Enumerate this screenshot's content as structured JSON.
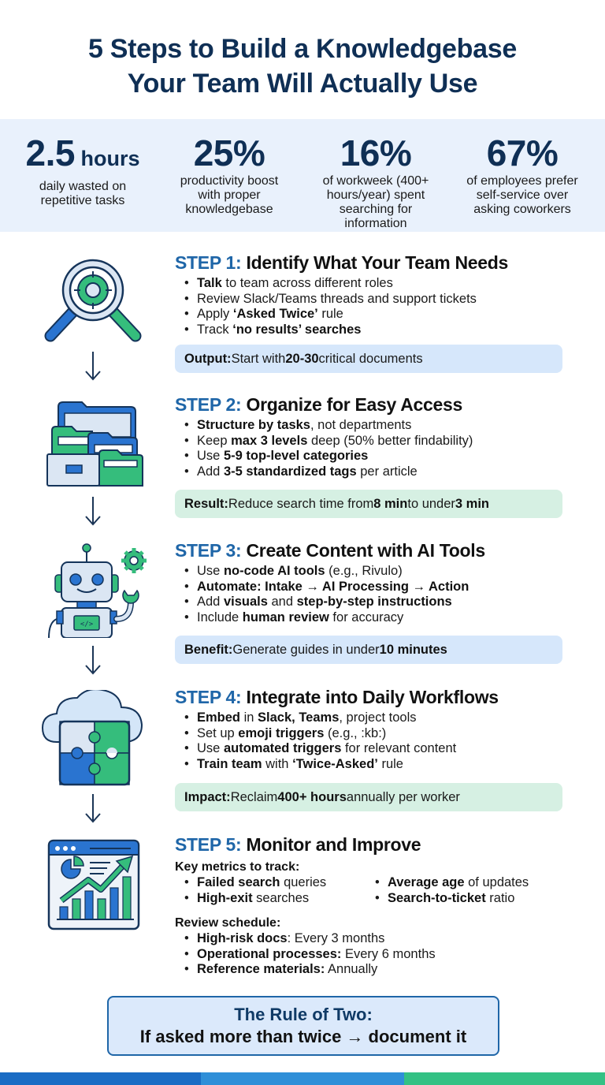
{
  "title": {
    "line1": "5 Steps to Build a Knowledgebase",
    "line2": "Your Team Will Actually Use"
  },
  "stats": [
    {
      "value": "2.5",
      "unit": " hours",
      "label": "daily wasted on repetitive tasks"
    },
    {
      "value": "25%",
      "unit": "",
      "label": "productivity boost with proper knowledgebase"
    },
    {
      "value": "16%",
      "unit": "",
      "label": "of workweek (400+ hours/year) spent searching for information"
    },
    {
      "value": "67%",
      "unit": "",
      "label": "of employees prefer self-service over asking coworkers"
    }
  ],
  "steps": [
    {
      "number": "STEP 1:",
      "title": "Identify What Your Team Needs",
      "icon": "magnifier-target-icon",
      "bullets": [
        [
          {
            "b": "Talk"
          },
          {
            "t": " to team across different roles"
          }
        ],
        [
          {
            "t": "Review Slack/Teams threads and support tickets"
          }
        ],
        [
          {
            "t": "Apply "
          },
          {
            "b": "‘Asked Twice’"
          },
          {
            "t": " rule"
          }
        ],
        [
          {
            "t": "Track "
          },
          {
            "b": "‘no results’ searches"
          }
        ]
      ],
      "callout": {
        "color": "blue",
        "parts": [
          {
            "b": "Output:"
          },
          {
            "t": " Start with "
          },
          {
            "b": "20-30"
          },
          {
            "t": " critical documents"
          }
        ]
      }
    },
    {
      "number": "STEP 2:",
      "title": "Organize for Easy Access",
      "icon": "file-drawer-folders-icon",
      "bullets": [
        [
          {
            "b": "Structure by tasks"
          },
          {
            "t": ", not departments"
          }
        ],
        [
          {
            "t": "Keep "
          },
          {
            "b": "max 3 levels"
          },
          {
            "t": " deep (50% better findability)"
          }
        ],
        [
          {
            "t": "Use "
          },
          {
            "b": "5-9 top-level categories"
          }
        ],
        [
          {
            "t": "Add "
          },
          {
            "b": "3-5 standardized tags"
          },
          {
            "t": " per article"
          }
        ]
      ],
      "callout": {
        "color": "green",
        "parts": [
          {
            "b": "Result:"
          },
          {
            "t": " Reduce search time from "
          },
          {
            "b": "8 min"
          },
          {
            "t": " to under "
          },
          {
            "b": "3 min"
          }
        ]
      }
    },
    {
      "number": "STEP 3:",
      "title": "Create Content with AI Tools",
      "icon": "robot-gear-icon",
      "bullets": [
        [
          {
            "t": "Use "
          },
          {
            "b": "no-code AI tools"
          },
          {
            "t": " (e.g., Rivulo)"
          }
        ],
        [
          {
            "b": "Automate: Intake → AI Processing → Action"
          }
        ],
        [
          {
            "t": "Add "
          },
          {
            "b": "visuals"
          },
          {
            "t": " and "
          },
          {
            "b": "step-by-step instructions"
          }
        ],
        [
          {
            "t": "Include "
          },
          {
            "b": "human review"
          },
          {
            "t": " for accuracy"
          }
        ]
      ],
      "callout": {
        "color": "blue",
        "parts": [
          {
            "b": "Benefit:"
          },
          {
            "t": " Generate guides in under "
          },
          {
            "b": "10 minutes"
          }
        ]
      }
    },
    {
      "number": "STEP 4:",
      "title": "Integrate into Daily Workflows",
      "icon": "cloud-puzzle-icon",
      "bullets": [
        [
          {
            "b": "Embed"
          },
          {
            "t": " in "
          },
          {
            "b": "Slack, Teams"
          },
          {
            "t": ", project tools"
          }
        ],
        [
          {
            "t": "Set up "
          },
          {
            "b": "emoji triggers"
          },
          {
            "t": " (e.g., :kb:)"
          }
        ],
        [
          {
            "t": "Use "
          },
          {
            "b": "automated triggers"
          },
          {
            "t": " for relevant content"
          }
        ],
        [
          {
            "b": "Train team"
          },
          {
            "t": " with "
          },
          {
            "b": "‘Twice-Asked’"
          },
          {
            "t": " rule"
          }
        ]
      ],
      "callout": {
        "color": "green",
        "parts": [
          {
            "b": "Impact:"
          },
          {
            "t": " Reclaim "
          },
          {
            "b": "400+ hours"
          },
          {
            "t": " annually per worker"
          }
        ]
      }
    },
    {
      "number": "STEP 5:",
      "title": "Monitor and Improve",
      "icon": "analytics-dashboard-icon",
      "metrics_heading": "Key metrics to track:",
      "metrics_left": [
        [
          {
            "b": "Failed search"
          },
          {
            "t": " queries"
          }
        ],
        [
          {
            "b": "High-exit"
          },
          {
            "t": " searches"
          }
        ]
      ],
      "metrics_right": [
        [
          {
            "b": "Average age"
          },
          {
            "t": " of updates"
          }
        ],
        [
          {
            "b": "Search-to-ticket"
          },
          {
            "t": " ratio"
          }
        ]
      ],
      "schedule_heading": "Review schedule:",
      "schedule": [
        [
          {
            "b": "High-risk docs"
          },
          {
            "t": ": Every 3 months"
          }
        ],
        [
          {
            "b": "Operational processes:"
          },
          {
            "t": " Every 6 months"
          }
        ],
        [
          {
            "b": "Reference materials:"
          },
          {
            "t": " Annually"
          }
        ]
      ]
    }
  ],
  "rule": {
    "title": "The Rule of Two:",
    "text": "If asked more than twice → document it"
  },
  "colors": {
    "navy": "#0f2f55",
    "step_blue": "#1f66a8",
    "stats_bg": "#e9f1fc",
    "callout_blue": "#d6e7fb",
    "callout_green": "#d6f0e3",
    "bar": [
      "#1a6cc4",
      "#2f8fd8",
      "#33c184"
    ]
  }
}
